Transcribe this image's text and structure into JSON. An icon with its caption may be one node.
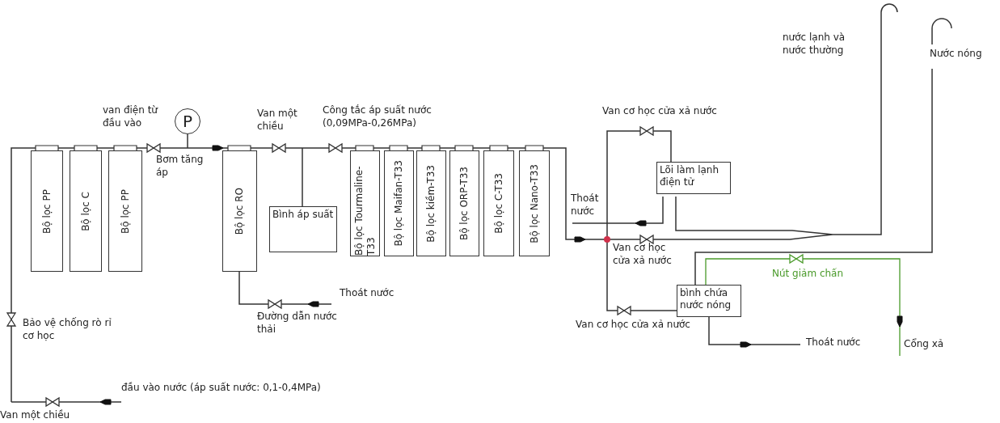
{
  "diagram": {
    "nodes": [
      {
        "text": [
          "Bộ lọc PP"
        ]
      },
      {
        "text": [
          "Bộ lọc C"
        ]
      },
      {
        "text": [
          "Bộ lọc PP"
        ]
      },
      {
        "text": [
          "P"
        ]
      },
      {
        "text": [
          "Bộ lọc RO"
        ]
      },
      {
        "text": [
          "Bình áp suất"
        ]
      },
      {
        "text": [
          "Bộ lọc Tourmaline-T33"
        ]
      },
      {
        "text": [
          "Bộ lọc Maifan-T33"
        ]
      },
      {
        "text": [
          "Bộ lọc kiềm-T33"
        ]
      },
      {
        "text": [
          "Bộ lọc ORP-T33"
        ]
      },
      {
        "text": [
          "Bộ lọc C-T33"
        ]
      },
      {
        "text": [
          "Bộ lọc Nano-T33"
        ]
      },
      {
        "text": [
          "Lõi làm lạnh điện tử"
        ]
      },
      {
        "text": [
          "bình chứa nước nóng"
        ]
      }
    ],
    "labels": [
      "van điện từ đầu vào",
      "Bơm tăng áp",
      "Van một chiều",
      "Công tắc áp suất nước (0,09MPa-0,26MPa)",
      "Van cơ học cửa xả nước",
      "nước lạnh và nước thường",
      "Nước nóng",
      "Thoát nước",
      "Van cơ học cửa xả nước",
      "Nút giảm chấn",
      "Thoát nước",
      "Đường dẫn nước thải",
      "Bảo vệ chống rò rỉ cơ học",
      "Van cơ học cửa xả nước",
      "Thoát nước",
      "Cổng xả",
      "đầu vào nước (áp suất nước: 0,1-0,4MPa)",
      "Van một chiều"
    ]
  }
}
